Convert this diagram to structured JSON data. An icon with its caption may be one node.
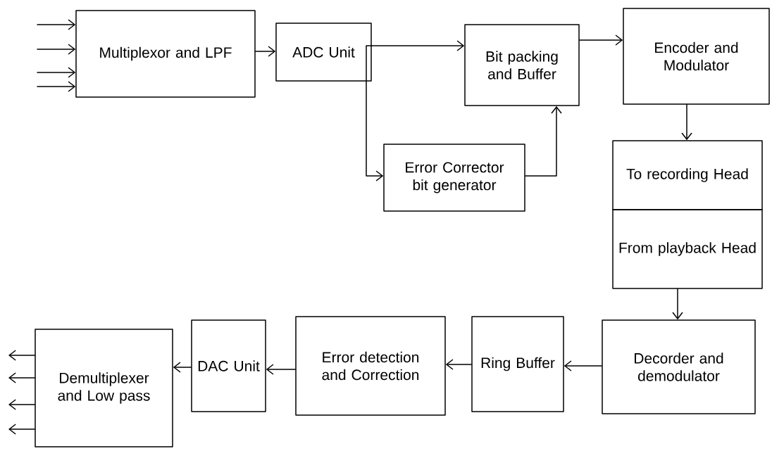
{
  "diagram": {
    "nodes": [
      {
        "text": [
          "Multiplexor and LPF"
        ]
      },
      {
        "text": [
          "ADC Unit"
        ]
      },
      {
        "text": [
          "Bit packing and Buffer"
        ]
      },
      {
        "text": [
          "Encoder and Modulator"
        ]
      },
      {
        "text": [
          "Error Corrector bit generator"
        ]
      },
      {
        "text": [
          "To recording Head"
        ]
      },
      {
        "text": [
          "From playback Head"
        ]
      },
      {
        "text": [
          "Decorder and demodulator"
        ]
      },
      {
        "text": [
          "Ring Buffer"
        ]
      },
      {
        "text": [
          "Error detection and Correction"
        ]
      },
      {
        "text": [
          "DAC Unit"
        ]
      },
      {
        "text": [
          "Demultiplexer and Low pass"
        ]
      }
    ],
    "edges": [
      {
        "from": null,
        "to": 0,
        "arrow": "to"
      },
      {
        "from": null,
        "to": 0,
        "arrow": "to"
      },
      {
        "from": null,
        "to": 0,
        "arrow": "to"
      },
      {
        "from": null,
        "to": 0,
        "arrow": "to"
      },
      {
        "from": 0,
        "to": 1,
        "arrow": "to"
      },
      {
        "from": 1,
        "to": 2,
        "arrow": "to"
      },
      {
        "from": 1,
        "to": 4,
        "arrow": "to"
      },
      {
        "from": 4,
        "to": 2,
        "arrow": "to"
      },
      {
        "from": 2,
        "to": 3,
        "arrow": "to"
      },
      {
        "from": 3,
        "to": 5,
        "arrow": "to"
      },
      {
        "from": 6,
        "to": 7,
        "arrow": "to"
      },
      {
        "from": 7,
        "to": 8,
        "arrow": "to"
      },
      {
        "from": 8,
        "to": 9,
        "arrow": "to"
      },
      {
        "from": 9,
        "to": 10,
        "arrow": "to"
      },
      {
        "from": 10,
        "to": 11,
        "arrow": "to"
      },
      {
        "from": 11,
        "to": null,
        "arrow": "to"
      },
      {
        "from": 11,
        "to": null,
        "arrow": "to"
      },
      {
        "from": 11,
        "to": null,
        "arrow": "to"
      },
      {
        "from": 11,
        "to": null,
        "arrow": "to"
      }
    ]
  }
}
